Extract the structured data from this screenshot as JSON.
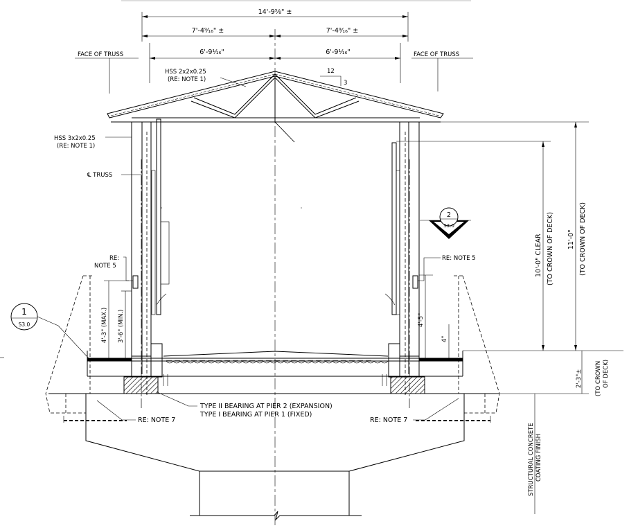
{
  "dimensions": {
    "overall_width": "14'-9⅝\" ±",
    "half_left": "7'-4⁹⁄₁₆\" ±",
    "half_right": "7'-4⁹⁄₁₆\" ±",
    "inner_left": "6'-9⅟₁₆\"",
    "inner_right": "6'-9⅟₁₆\"",
    "clear_height": "10'-0\" CLEAR",
    "clear_height_sub": "(TO CROWN OF DECK)",
    "total_height": "11'-0\"",
    "total_height_sub": "(TO CROWN OF DECK)",
    "rail_max": "4'-3\" (MAX.)",
    "rail_min": "3'-6\" (MIN.)",
    "rail_right": "4'-5\"",
    "curb": "4\"",
    "deck_depth": "2'-3\"±",
    "deck_depth_sub1": "(TO CROWN",
    "deck_depth_sub2": "OF DECK)"
  },
  "slope": {
    "run": "12",
    "rise": "3"
  },
  "labels": {
    "face_of_truss_left": "FACE OF TRUSS",
    "face_of_truss_right": "FACE OF TRUSS",
    "hss_top": "HSS 2x2x0.25",
    "hss_top_note": "(RE: NOTE 1)",
    "hss_post": "HSS 3x2x0.25",
    "hss_post_note": "(RE: NOTE 1)",
    "cl_truss": "℄ TRUSS",
    "re_note5_left_1": "RE:",
    "re_note5_left_2": "NOTE 5",
    "re_note5_right": "RE: NOTE 5",
    "bearing_1": "TYPE II BEARING AT PIER 2 (EXPANSION)",
    "bearing_2": "TYPE I BEARING AT PIER 1 (FIXED)",
    "re_note7_left": "RE: NOTE 7",
    "re_note7_right": "RE: NOTE 7",
    "coating_1": "STRUCTURAL CONCRETE",
    "coating_2": "COATING FINISH"
  },
  "section_markers": [
    {
      "number": "1",
      "sheet": "S3.0"
    },
    {
      "number": "2",
      "sheet": "S3.0"
    }
  ]
}
